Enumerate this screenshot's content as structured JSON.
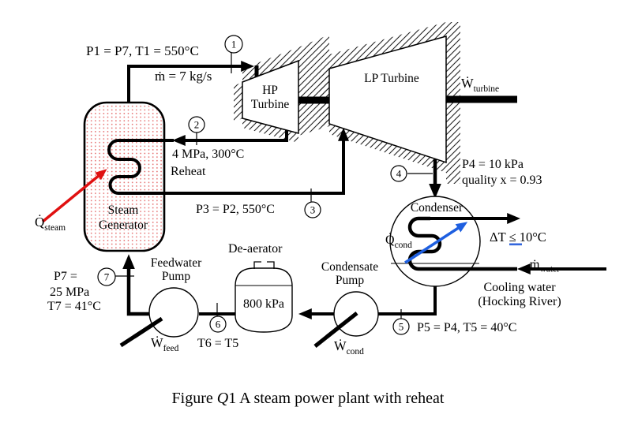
{
  "figure": {
    "caption": {
      "prefix": "Figure ",
      "symbol": "Q",
      "rest": "1 A steam power plant with reheat"
    }
  },
  "equipment": {
    "steam_generator": {
      "name_line1": "Steam",
      "name_line2": "Generator"
    },
    "hp_turbine": {
      "name_line1": "HP",
      "name_line2": "Turbine"
    },
    "lp_turbine": {
      "name": "LP Turbine"
    },
    "condenser": {
      "name": "Condenser"
    },
    "deaerator": {
      "name": "De-aerator",
      "pressure": "800 kPa"
    },
    "feedwater_pump": {
      "name_line1": "Feedwater",
      "name_line2": "Pump"
    },
    "condensate_pump": {
      "name_line1": "Condensate",
      "name_line2": "Pump"
    }
  },
  "states": {
    "s1": {
      "marker": "1",
      "conditions": "P1 = P7, T1 = 550°C",
      "mass_flow": "ṁ = 7 kg/s"
    },
    "s2": {
      "marker": "2",
      "conditions": "4 MPa, 300°C",
      "process": "Reheat"
    },
    "s3": {
      "marker": "3",
      "conditions": "P3 = P2, 550°C"
    },
    "s4": {
      "marker": "4",
      "pressure": "P4 = 10 kPa",
      "quality": "quality x = 0.93"
    },
    "s5": {
      "marker": "5",
      "conditions": "P5 = P4, T5 = 40°C"
    },
    "s6": {
      "marker": "6",
      "conditions": "T6 = T5"
    },
    "s7": {
      "marker": "7",
      "line1": "P7 =",
      "line2": "25 MPa",
      "line3": "T7 = 41°C"
    }
  },
  "energy_flows": {
    "q_steam": {
      "symbol": "Q̇",
      "sub": "steam"
    },
    "q_cond": {
      "symbol": "Q̇",
      "sub": "cond"
    },
    "w_turbine": {
      "symbol": "Ẇ",
      "sub": "turbine"
    },
    "w_feed": {
      "symbol": "Ẇ",
      "sub": "feed"
    },
    "w_cond": {
      "symbol": "Ẇ",
      "sub": "cond"
    }
  },
  "cooling_water": {
    "delta_t": "ΔT ≤ 10°C",
    "m_water": {
      "symbol": "ṁ",
      "sub": "water"
    },
    "source_line1": "Cooling water",
    "source_line2": "(Hocking River)"
  },
  "colors": {
    "line": "#000000",
    "heat_input_arrow": "#e01010",
    "condenser_heat_arrow": "#1e5fe0",
    "generator_dot_fill": "#e46868",
    "inequality_underline": "#3366dd"
  }
}
